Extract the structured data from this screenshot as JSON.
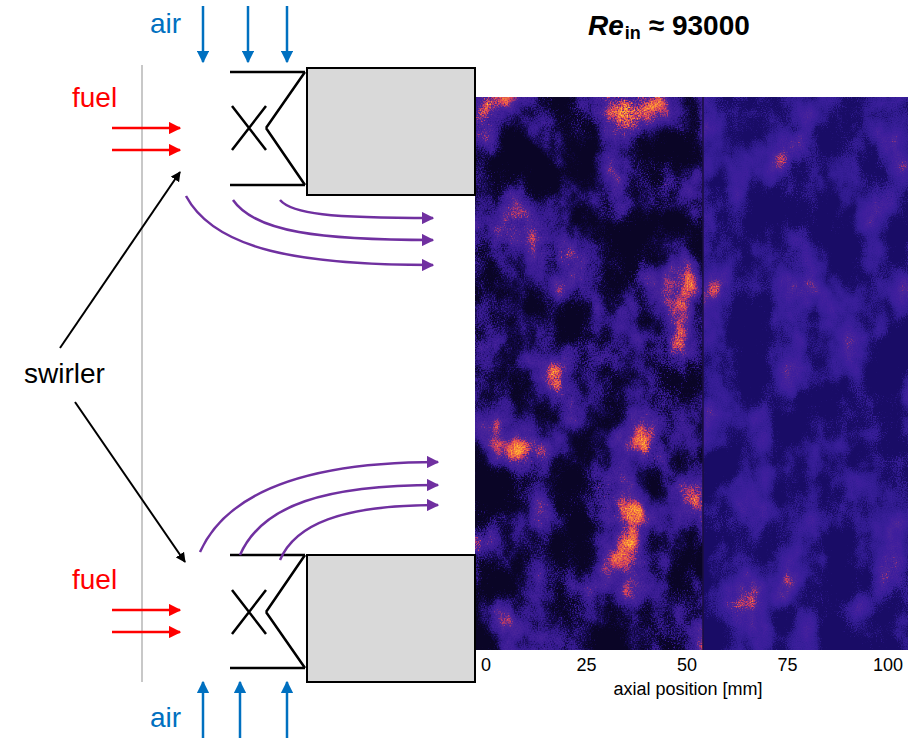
{
  "diagram": {
    "labels": [
      "air",
      "air",
      "fuel",
      "fuel",
      "swirler",
      "Re",
      "in",
      "≈ 93000",
      "0",
      "25",
      "50",
      "75",
      "100",
      "axial position [mm]"
    ]
  }
}
